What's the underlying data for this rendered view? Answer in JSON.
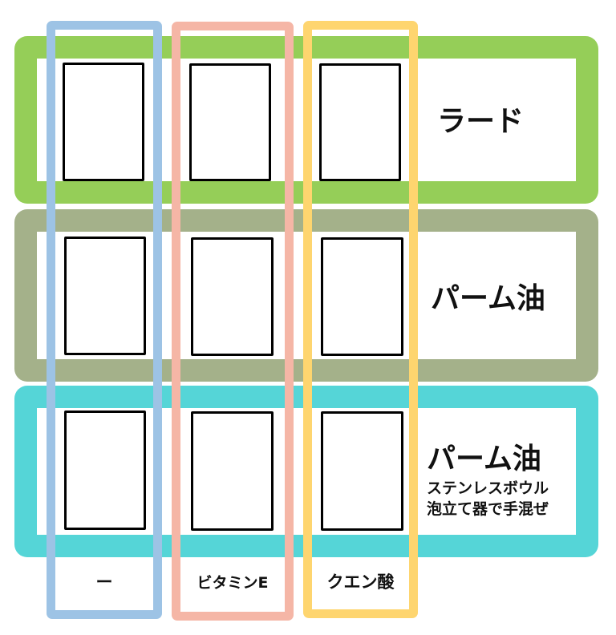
{
  "colors": {
    "row_lard": "#95ce58",
    "row_palm": "#a4b18a",
    "row_palm_bowl": "#55d5d7",
    "col_none": "#9dc3e5",
    "col_vitamin_e": "#f5b6a6",
    "col_citric_acid": "#fed56f",
    "cell_border": "#000000"
  },
  "rows": [
    {
      "label": "ラード",
      "sublabel": []
    },
    {
      "label": "パーム油",
      "sublabel": []
    },
    {
      "label": "パーム油",
      "sublabel": [
        "ステンレスボウル",
        "泡立て器で手混ぜ"
      ]
    }
  ],
  "columns": [
    {
      "label": "ー"
    },
    {
      "label": "ビタミンE"
    },
    {
      "label": "クエン酸"
    }
  ]
}
